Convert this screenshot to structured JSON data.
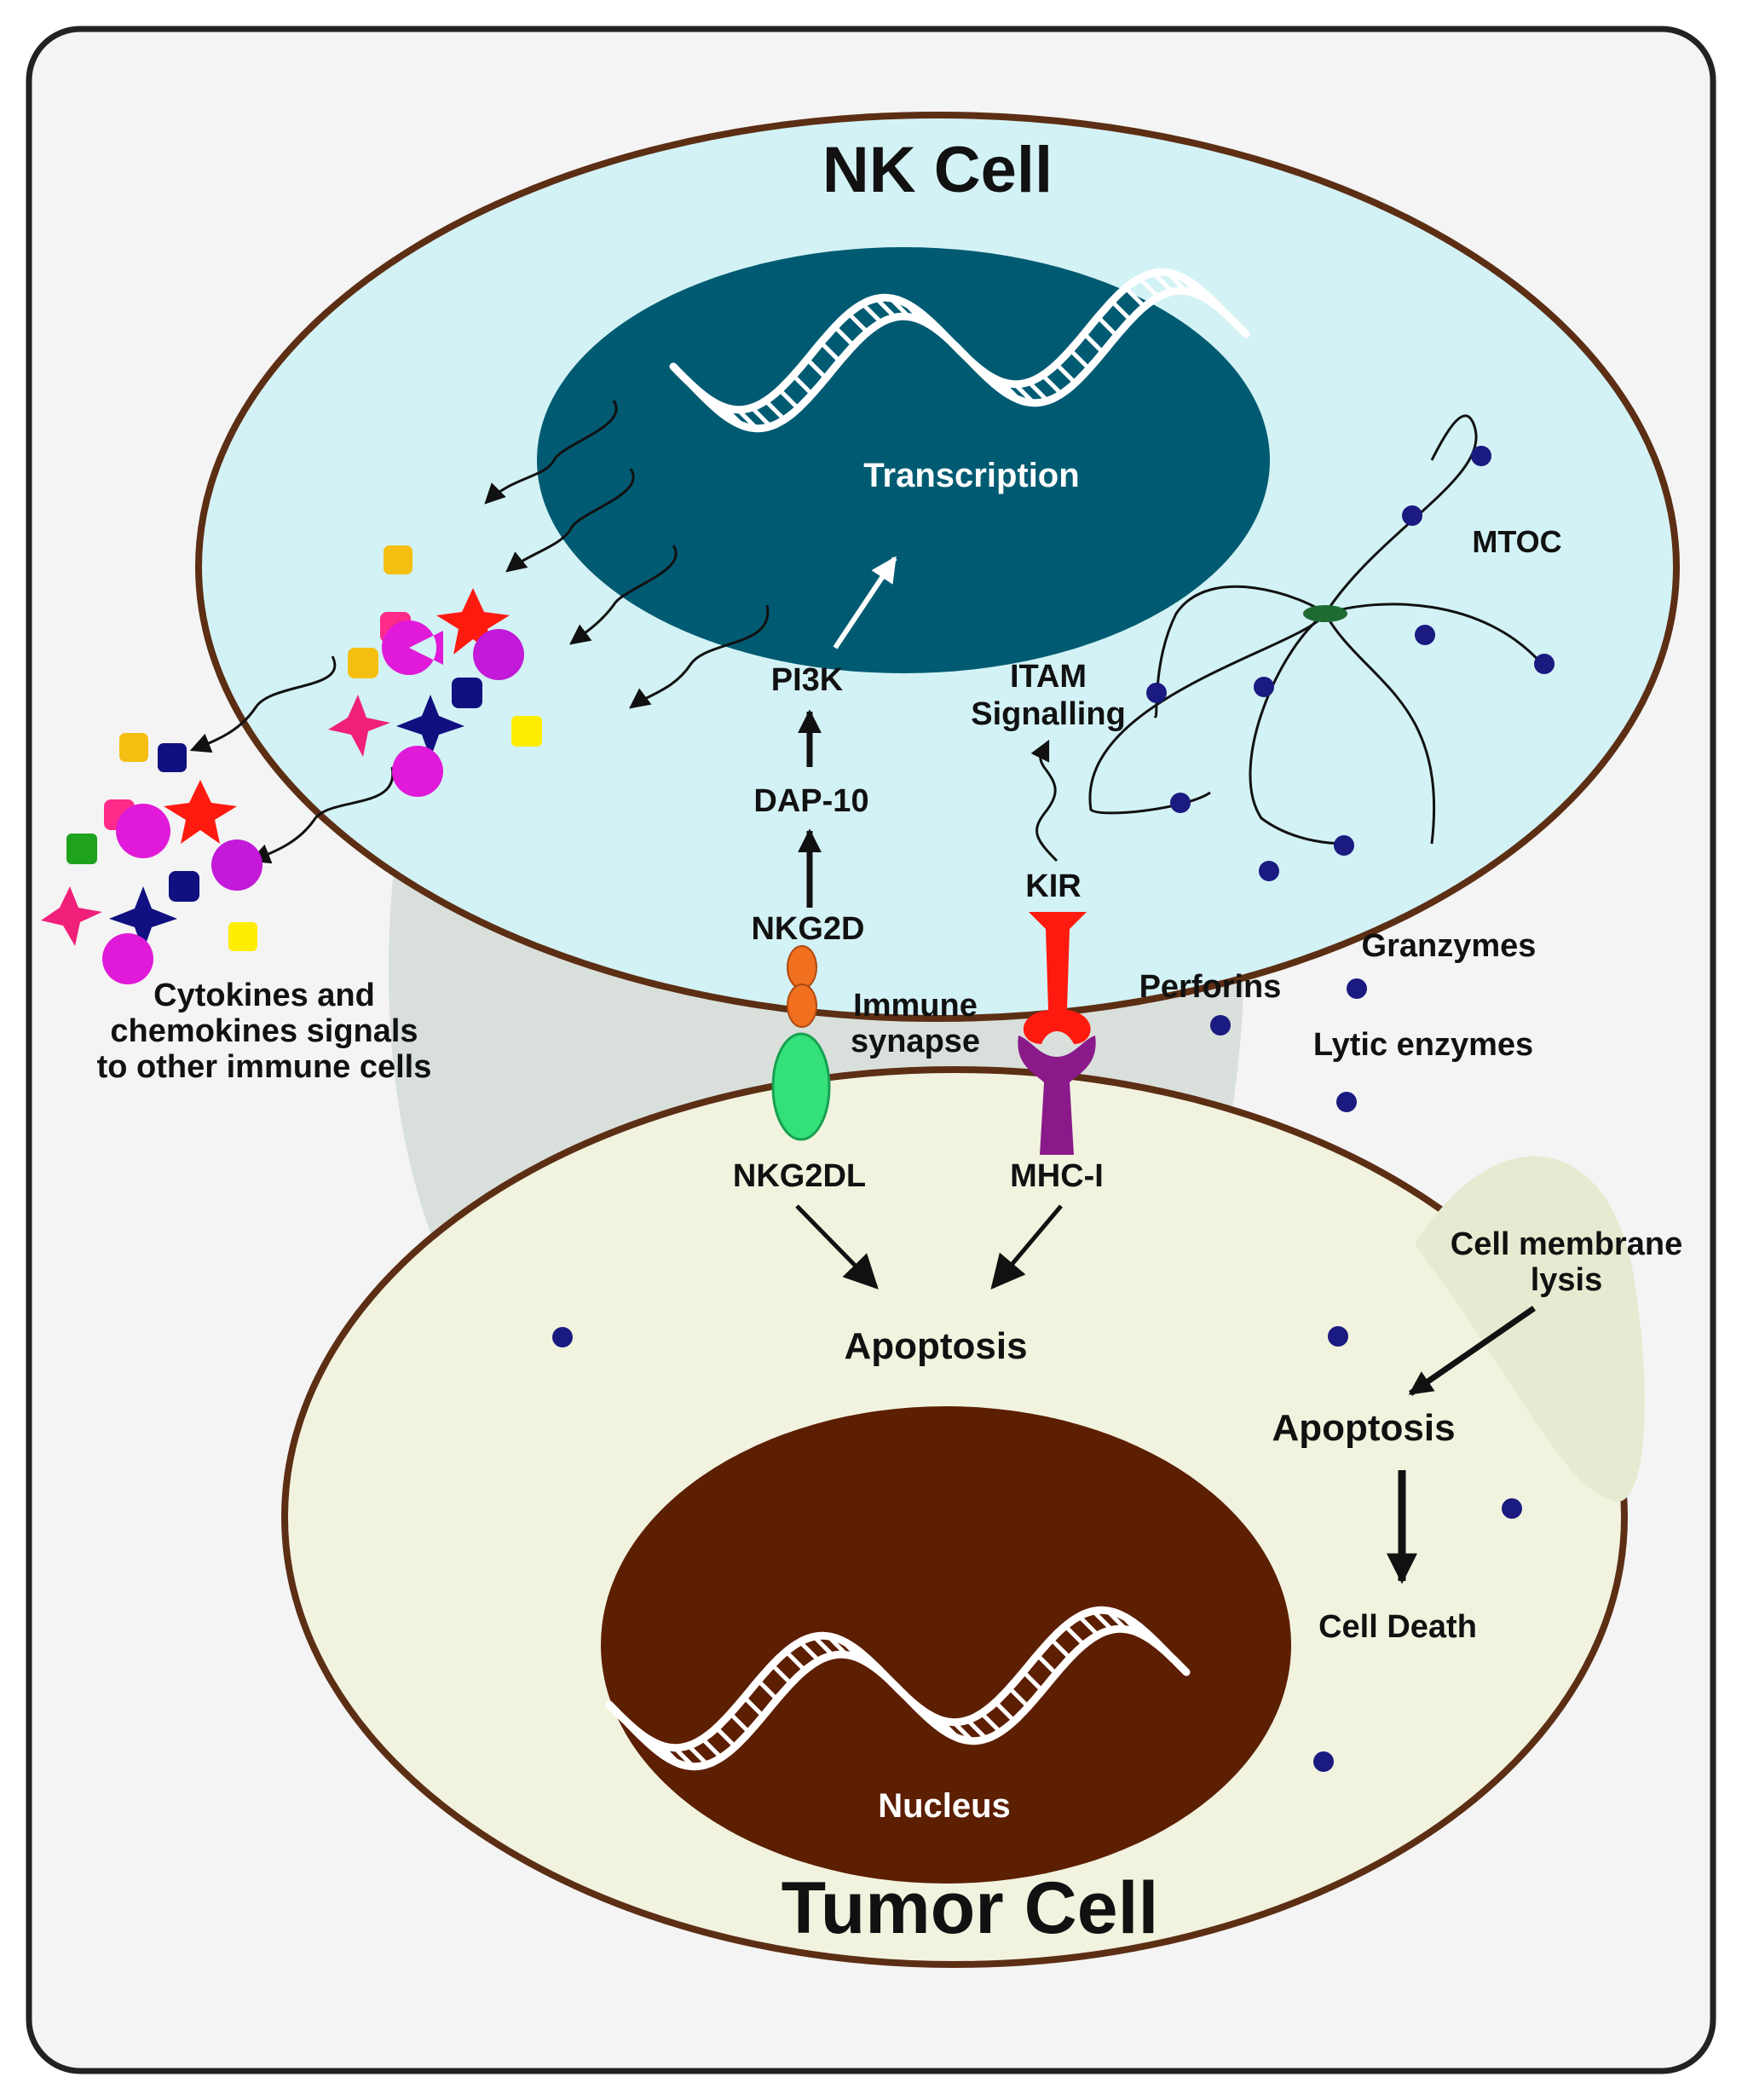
{
  "nk_cell": {
    "title": "NK Cell",
    "transcription": "Transcription",
    "pi3k": "PI3K",
    "dap10": "DAP-10",
    "nkg2d": "NKG2D",
    "itam_line1": "ITAM",
    "itam_line2": "Signalling",
    "kir": "KIR",
    "mtoc": "MTOC"
  },
  "synapse": {
    "immune_line1": "Immune",
    "immune_line2": "synapse",
    "perforins": "Perforins",
    "granzymes": "Granzymes",
    "lytic": "Lytic enzymes"
  },
  "cytokines": {
    "line1": "Cytokines and",
    "line2": "chemokines signals",
    "line3": "to other immune cells"
  },
  "tumor_cell": {
    "title": "Tumor Cell",
    "nkg2dl": "NKG2DL",
    "mhc1": "MHC-I",
    "apoptosis_center": "Apoptosis",
    "lysis_line1": "Cell membrane",
    "lysis_line2": "lysis",
    "apoptosis_right": "Apoptosis",
    "cell_death": "Cell Death",
    "nucleus": "Nucleus"
  },
  "colors": {
    "nk_cytoplasm": "#d3f2f5",
    "nk_nucleus": "#005b72",
    "tumor_cytoplasm": "#f1f3df",
    "tumor_nucleus": "#5c1f02",
    "membrane": "#5c2e14",
    "synapse_gap": "#d9e0dc",
    "granule": "#1a1a80",
    "nkg2d": "#f07020",
    "nkg2dl": "#33e07a",
    "kir": "#ff1a10",
    "mhc": "#8a1a8a"
  }
}
